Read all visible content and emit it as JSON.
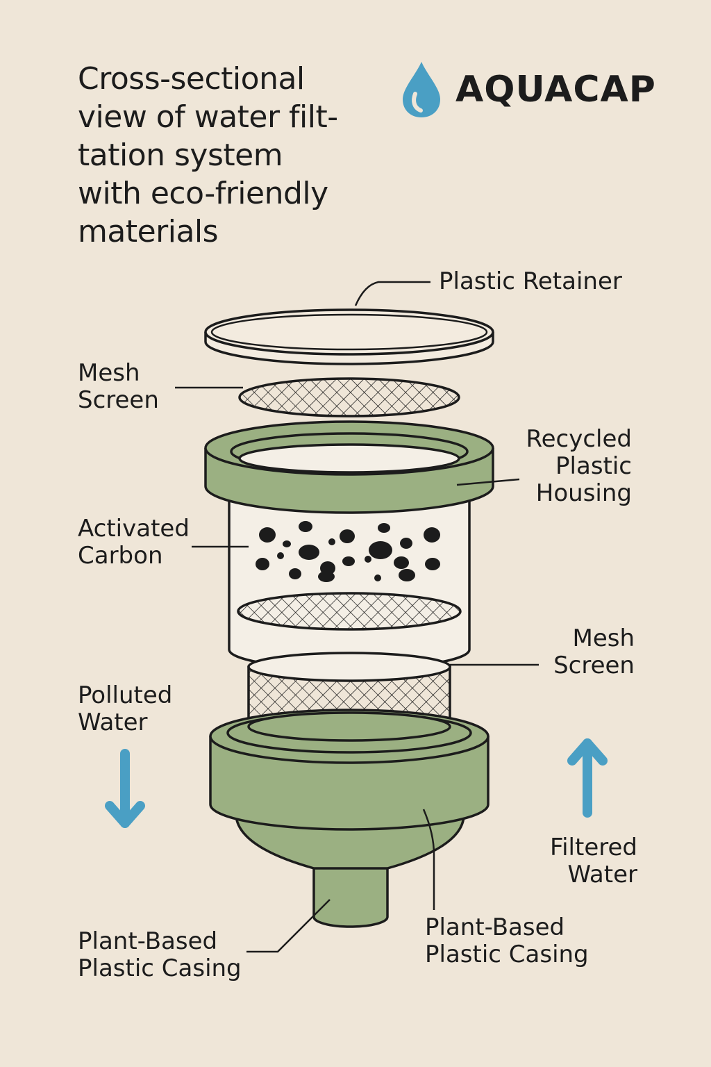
{
  "title_lines": [
    "Cross-sectional",
    "view of water filt-",
    "tation system",
    "with eco-friendly",
    "materials"
  ],
  "brand": {
    "name": "AQUACAP",
    "icon": "water-drop-icon"
  },
  "labels": {
    "plastic_retainer": "Plastic Retainer",
    "mesh_screen_top": [
      "Mesh",
      "Screen"
    ],
    "recycled_housing": [
      "Recycled",
      "Plastic",
      "Housing"
    ],
    "activated_carbon": [
      "Activated",
      "Carbon"
    ],
    "mesh_screen_bottom": [
      "Mesh",
      "Screen"
    ],
    "polluted_water": [
      "Polluted",
      "Water"
    ],
    "filtered_water": [
      "Filtered",
      "Water"
    ],
    "casing_left": [
      "Plant-Based",
      "Plastic Casing"
    ],
    "casing_right": [
      "Plant-Based",
      "Plastic Casing"
    ]
  },
  "colors": {
    "background": "#efe6d8",
    "green": "#9bb082",
    "blue": "#4a9fc4",
    "outline": "#1c1c1c"
  }
}
